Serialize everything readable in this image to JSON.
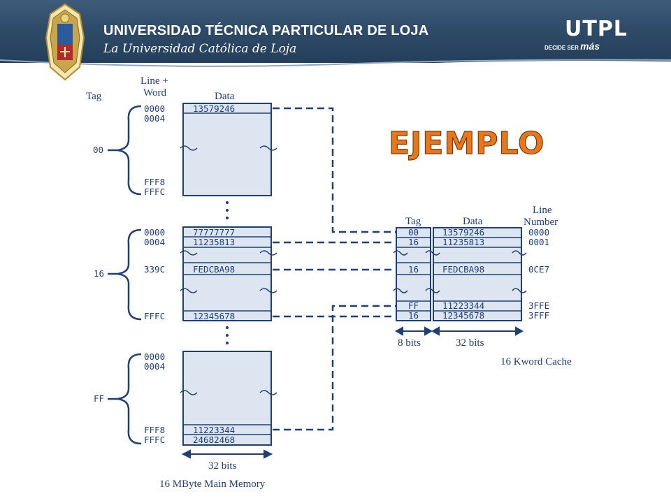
{
  "header": {
    "university_name": "UNIVERSIDAD TÉCNICA PARTICULAR DE LOJA",
    "tagline": "La Universidad Católica de Loja",
    "brand": "UTPL",
    "slogan_prefix": "DECIDE SER",
    "slogan_emphasis": "más"
  },
  "slide_title": "EJEMPLO",
  "main_memory": {
    "header_tag": "Tag",
    "header_line_word_1": "Line +",
    "header_line_word_2": "Word",
    "header_data": "Data",
    "caption": "16 MByte Main Memory",
    "width_label": "32 bits",
    "block_00": {
      "tag": "00",
      "addr": [
        "0000",
        "0004",
        "FFF8",
        "FFFC"
      ],
      "data_first": "13579246"
    },
    "block_16": {
      "tag": "16",
      "addr": [
        "0000",
        "0004",
        "339C",
        "FFFC"
      ],
      "data": [
        "77777777",
        "11235813",
        "FEDCBA98",
        "12345678"
      ]
    },
    "block_ff": {
      "tag": "FF",
      "addr": [
        "0000",
        "0004",
        "FFF8",
        "FFFC"
      ],
      "data": [
        "11223344",
        "24682468"
      ]
    }
  },
  "cache": {
    "header_tag": "Tag",
    "header_data": "Data",
    "header_line_1": "Line",
    "header_line_2": "Number",
    "tags": [
      "00",
      "16",
      "16",
      "FF",
      "16"
    ],
    "data": [
      "13579246",
      "11235813",
      "FEDCBA98",
      "11223344",
      "12345678"
    ],
    "lines": [
      "0000",
      "0001",
      "0CE7",
      "3FFE",
      "3FFF"
    ],
    "tag_width": "8 bits",
    "data_width": "32 bits",
    "caption": "16 Kword Cache"
  },
  "colors": {
    "diagram_blue": "#1f3f7a",
    "box_fill": "#dde5f0",
    "banner": "#2e4b68",
    "title_orange": "#e8771c"
  }
}
